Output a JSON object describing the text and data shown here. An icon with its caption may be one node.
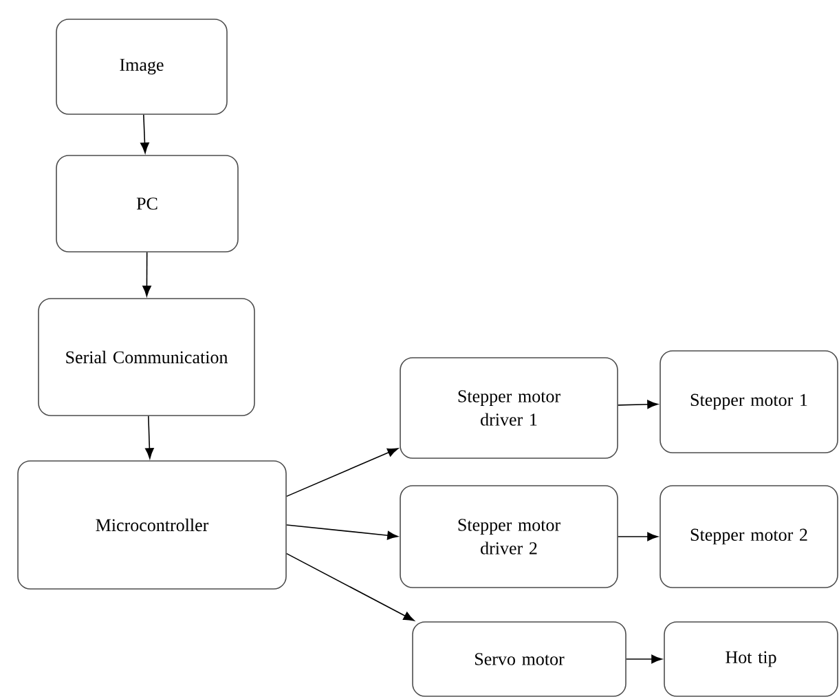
{
  "diagram": {
    "nodes": [
      {
        "text": [
          "Image"
        ]
      },
      {
        "text": [
          "PC"
        ]
      },
      {
        "text": [
          "Serial Communication"
        ]
      },
      {
        "text": [
          "Microcontroller"
        ]
      },
      {
        "text": [
          "Stepper motor driver 1"
        ]
      },
      {
        "text": [
          "Stepper motor 1"
        ]
      },
      {
        "text": [
          "Stepper motor driver 2"
        ]
      },
      {
        "text": [
          "Stepper motor 2"
        ]
      },
      {
        "text": [
          "Servo motor"
        ]
      },
      {
        "text": [
          "Hot tip"
        ]
      }
    ],
    "edges": [
      {
        "from": 0,
        "to": 1,
        "arrow": "to"
      },
      {
        "from": 1,
        "to": 2,
        "arrow": "to"
      },
      {
        "from": 2,
        "to": 3,
        "arrow": "to"
      },
      {
        "from": 3,
        "to": 4,
        "arrow": "to"
      },
      {
        "from": 3,
        "to": 6,
        "arrow": "to"
      },
      {
        "from": 3,
        "to": 8,
        "arrow": "to"
      },
      {
        "from": 4,
        "to": 5,
        "arrow": "to"
      },
      {
        "from": 6,
        "to": 7,
        "arrow": "to"
      },
      {
        "from": 8,
        "to": 9,
        "arrow": "to"
      }
    ]
  }
}
